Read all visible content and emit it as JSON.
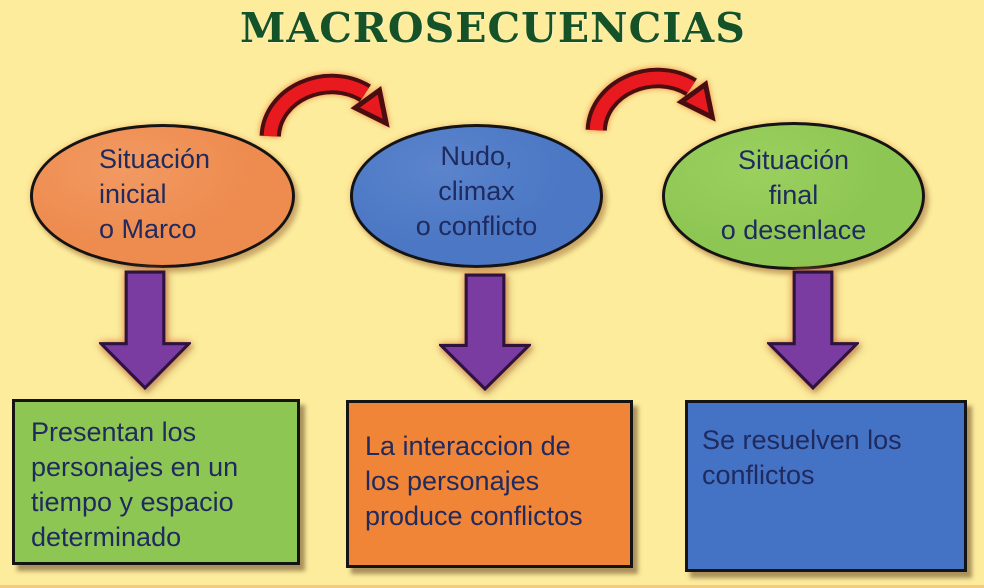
{
  "title": "MACROSECUENCIAS",
  "colors": {
    "background": "#FCEC9C",
    "title_green": "#155227",
    "text_navy": "#1F2A5E",
    "ellipse_orange": "#EE8B4F",
    "ellipse_blue": "#4B77C4",
    "ellipse_green": "#8EC653",
    "box_green": "#8DC653",
    "box_orange": "#F08437",
    "box_blue": "#4472C4",
    "arrow_red": "#E8191F",
    "arrow_purple": "#7B3CA2"
  },
  "ellipses": [
    {
      "id": "situacion-inicial",
      "lines": [
        "Situación",
        "inicial",
        "o Marco"
      ]
    },
    {
      "id": "nudo-climax",
      "lines": [
        "Nudo,",
        "climax",
        "o conflicto"
      ]
    },
    {
      "id": "situacion-final",
      "lines": [
        "Situación",
        "final",
        "o desenlace"
      ]
    }
  ],
  "boxes": [
    {
      "id": "presentan-personajes",
      "lines": [
        "Presentan los",
        "personajes en un",
        "tiempo y espacio",
        "determinado"
      ]
    },
    {
      "id": "interaccion-personajes",
      "lines": [
        "La interaccion de",
        "los personajes",
        "produce conflictos"
      ]
    },
    {
      "id": "resuelven-conflictos",
      "lines": [
        "Se resuelven los",
        "conflictos"
      ]
    }
  ],
  "icons": {
    "curved_arrow": "red-curved-arrow",
    "down_arrow": "purple-down-arrow"
  }
}
